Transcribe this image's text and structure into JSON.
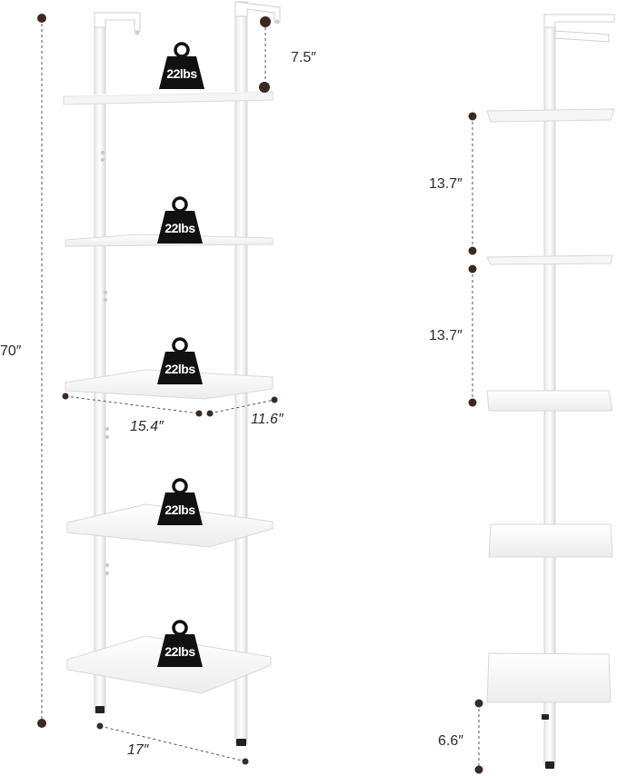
{
  "product": {
    "description": "5-tier white ladder bookshelf shown from front and side with dimensions"
  },
  "weights": {
    "shelf_1": "22lbs",
    "shelf_2": "22lbs",
    "shelf_3": "22lbs",
    "shelf_4": "22lbs",
    "shelf_5": "22lbs"
  },
  "dimensions": {
    "total_height": "70″",
    "top_hook": "7.5″",
    "shelf_width": "15.4″",
    "shelf_depth": "11.6″",
    "base_depth": "17″",
    "shelf_gap_1": "13.7″",
    "shelf_gap_2": "13.7″",
    "bottom_clearance": "6.6″"
  },
  "colors": {
    "frame": "#ffffff",
    "frame_edge": "#d6d6d6",
    "shelf_top": "#f7f7f7",
    "shelf_edge": "#dcdcdc",
    "dimension_dot": "#3a2a22",
    "weight_badge": "#111111",
    "foot": "#222222"
  }
}
